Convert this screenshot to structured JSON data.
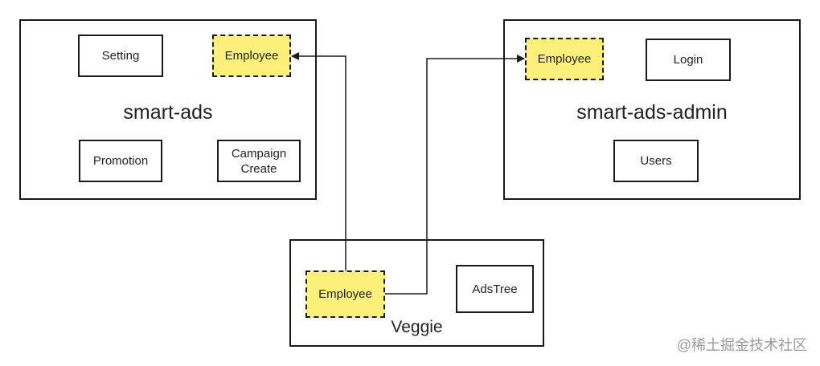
{
  "smart_ads": {
    "title": "smart-ads",
    "modules": {
      "setting": "Setting",
      "employee": "Employee",
      "promotion": "Promotion",
      "campaign_create": "Campaign\nCreate"
    }
  },
  "smart_ads_admin": {
    "title": "smart-ads-admin",
    "modules": {
      "employee": "Employee",
      "login": "Login",
      "users": "Users"
    }
  },
  "veggie": {
    "title": "Veggie",
    "modules": {
      "employee": "Employee",
      "adstree": "AdsTree"
    }
  },
  "colors": {
    "shared_module_fill": "#fdf07a",
    "stroke": "#1a1a1a",
    "watermark": "#9a9a9a"
  },
  "watermark": "@稀土掘金技术社区"
}
